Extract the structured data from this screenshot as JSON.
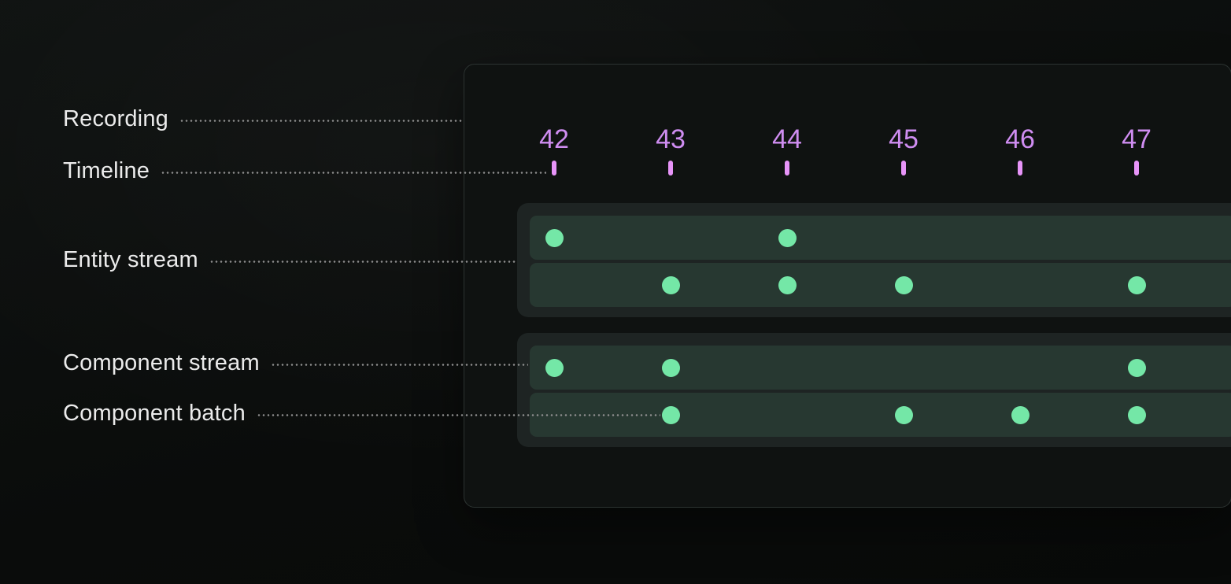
{
  "diagram": {
    "labels": {
      "recording": "Recording",
      "timeline": "Timeline",
      "entity_stream": "Entity stream",
      "component_stream": "Component stream",
      "component_batch": "Component batch"
    },
    "timeline": {
      "tick_labels": [
        "42",
        "43",
        "44",
        "45",
        "46",
        "47"
      ]
    },
    "streams": {
      "entity": {
        "rows": [
          {
            "dots_at_ticks": [
              "42",
              "44"
            ]
          },
          {
            "dots_at_ticks": [
              "43",
              "44",
              "45",
              "47"
            ]
          }
        ]
      },
      "component": {
        "rows": [
          {
            "dots_at_ticks": [
              "42",
              "43",
              "47"
            ]
          },
          {
            "dots_at_ticks": [
              "43",
              "45",
              "46",
              "47"
            ]
          }
        ]
      }
    },
    "colors": {
      "background": "#101312",
      "panel_background": "#0f1211",
      "panel_border": "#2c3331",
      "group_background": "#1e2423",
      "row_background": "#273831",
      "dot": "#74e7a7",
      "tick_number": "#cf8df1",
      "tick_mark": "#e794f8",
      "label_text": "#ebebeb",
      "leader_line": "#8f8f8f"
    }
  }
}
